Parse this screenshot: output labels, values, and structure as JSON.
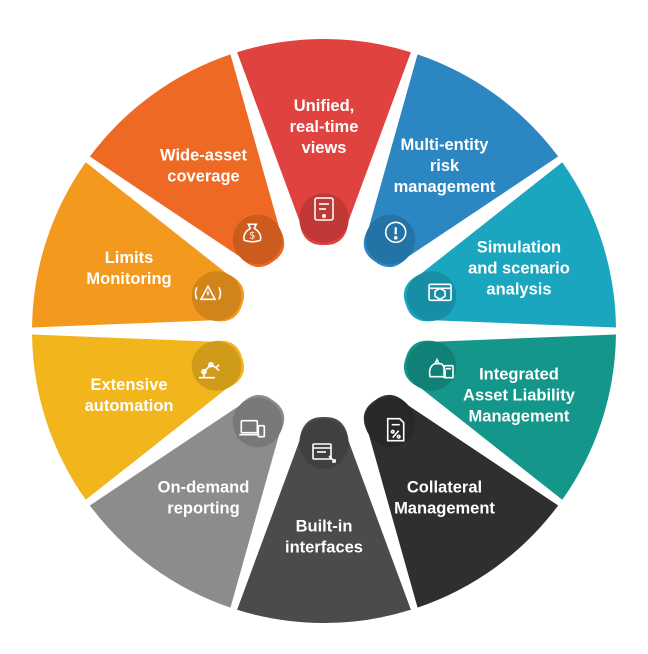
{
  "segments": [
    {
      "lines": [
        "Unified,",
        "real-time",
        "views"
      ],
      "color": "#E0433F",
      "icon": "dashboard-tablet-icon"
    },
    {
      "lines": [
        "Multi-entity",
        "risk",
        "management"
      ],
      "color": "#2B86C2",
      "icon": "alert-icon"
    },
    {
      "lines": [
        "Simulation",
        "and scenario",
        "analysis"
      ],
      "color": "#1BA6C0",
      "icon": "simulation-screen-icon"
    },
    {
      "lines": [
        "Integrated",
        "Asset Liability",
        "Management"
      ],
      "color": "#14968A",
      "icon": "money-calculator-icon"
    },
    {
      "lines": [
        "Collateral",
        "Management"
      ],
      "color": "#2F2F2F",
      "icon": "document-percent-icon"
    },
    {
      "lines": [
        "Built-in",
        "interfaces"
      ],
      "color": "#4B4B4B",
      "icon": "interface-window-icon"
    },
    {
      "lines": [
        "On-demand",
        "reporting"
      ],
      "color": "#8C8C8C",
      "icon": "devices-icon"
    },
    {
      "lines": [
        "Extensive",
        "automation"
      ],
      "color": "#F3B51C",
      "icon": "robot-arm-icon"
    },
    {
      "lines": [
        "Limits",
        "Monitoring"
      ],
      "color": "#F39A1E",
      "icon": "warning-signal-icon"
    },
    {
      "lines": [
        "Wide-asset",
        "coverage"
      ],
      "color": "#EE6A24",
      "icon": "money-bag-icon"
    }
  ]
}
